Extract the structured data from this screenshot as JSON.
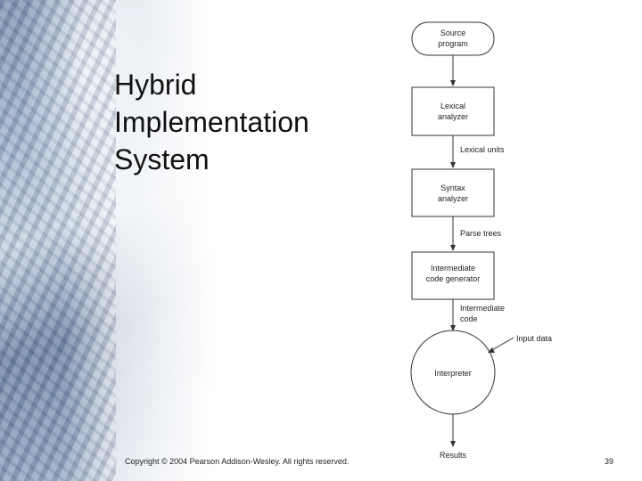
{
  "title": {
    "lines": [
      "Hybrid",
      "Implementation",
      "System"
    ]
  },
  "diagram": {
    "nodes": {
      "source": [
        "Source",
        "program"
      ],
      "lexical": [
        "Lexical",
        "analyzer"
      ],
      "syntax": [
        "Syntax",
        "analyzer"
      ],
      "intermediate": [
        "Intermediate",
        "code generator"
      ],
      "interpreter": [
        "Interpreter"
      ]
    },
    "edges": {
      "lexical_units": "Lexical units",
      "parse_trees": "Parse trees",
      "intermediate_code": [
        "Intermediate",
        "code"
      ],
      "input_data": "Input data",
      "results": "Results"
    }
  },
  "footer": {
    "copyright": "Copyright © 2004 Pearson Addison-Wesley. All rights reserved.",
    "page": "39"
  }
}
